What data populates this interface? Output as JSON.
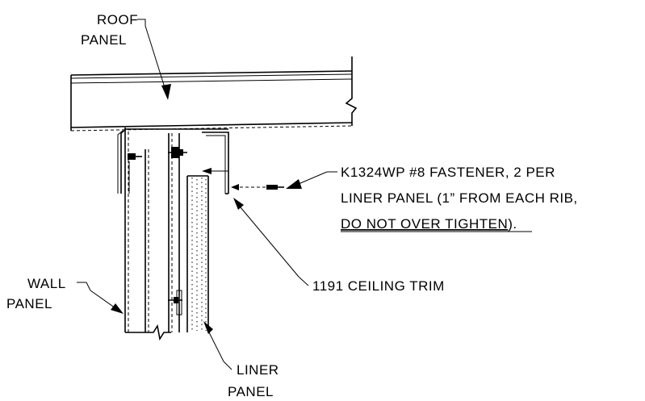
{
  "labels": {
    "roof_panel": [
      "ROOF",
      "PANEL"
    ],
    "wall_panel": [
      "WALL",
      "PANEL"
    ],
    "liner_panel": [
      "LINER",
      "PANEL"
    ],
    "ceiling_trim": "1191 CEILING TRIM",
    "fastener": {
      "line1": "K1324WP #8 FASTENER, 2 PER",
      "line2": "LINER PANEL (1” FROM EACH RIB,",
      "line3_underlined": "DO NOT OVER TIGHTEN",
      "line3_suffix": ")."
    }
  },
  "colors": {
    "ink": "#000000",
    "paper": "#ffffff"
  }
}
